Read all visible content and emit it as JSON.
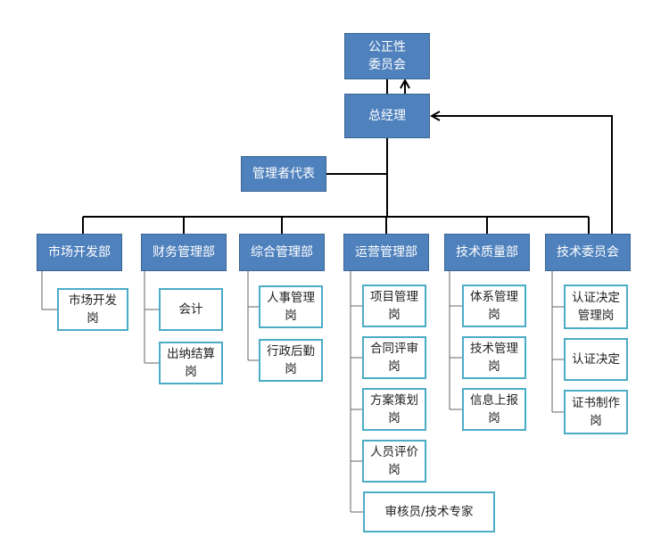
{
  "top": {
    "committee": [
      "公正性",
      "委员会"
    ],
    "gm": "总经理",
    "rep": "管理者代表"
  },
  "departments": [
    {
      "name": "市场开发部",
      "posts": [
        [
          "市场开发",
          "岗"
        ]
      ]
    },
    {
      "name": "财务管理部",
      "posts": [
        [
          "会计"
        ],
        [
          "出纳结算",
          "岗"
        ]
      ]
    },
    {
      "name": "综合管理部",
      "posts": [
        [
          "人事管理",
          "岗"
        ],
        [
          "行政后勤",
          "岗"
        ]
      ]
    },
    {
      "name": "运营管理部",
      "posts": [
        [
          "项目管理",
          "岗"
        ],
        [
          "合同评审",
          "岗"
        ],
        [
          "方案策划",
          "岗"
        ],
        [
          "人员评价",
          "岗"
        ],
        [
          "审核员/技术专家"
        ]
      ]
    },
    {
      "name": "技术质量部",
      "posts": [
        [
          "体系管理",
          "岗"
        ],
        [
          "技术管理",
          "岗"
        ],
        [
          "信息上报",
          "岗"
        ]
      ]
    },
    {
      "name": "技术委员会",
      "posts": [
        [
          "认证决定",
          "管理岗"
        ],
        [
          "认证决定"
        ],
        [
          "证书制作",
          "岗"
        ]
      ]
    }
  ],
  "colors": {
    "dept_fill": "#4f81bd",
    "post_border": "#4bacc6",
    "line": "#000000",
    "tree_line": "#666666"
  }
}
